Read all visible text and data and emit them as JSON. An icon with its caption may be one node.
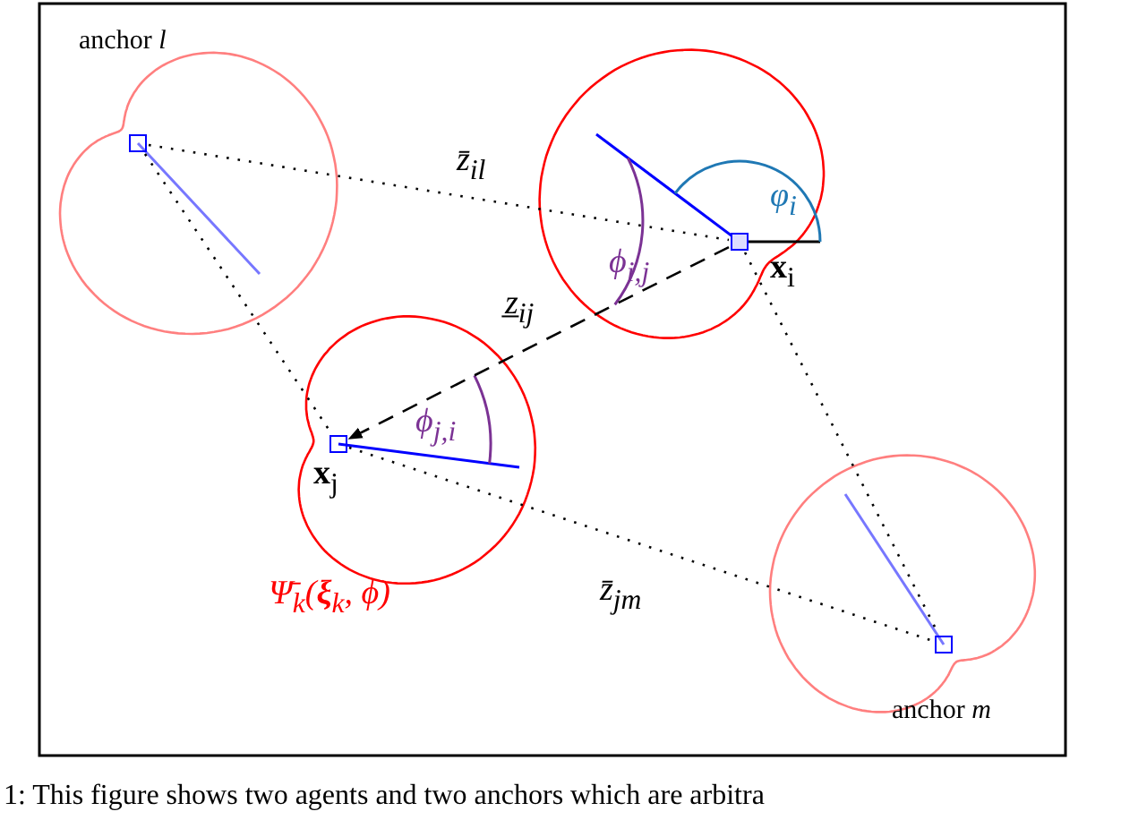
{
  "diagram": {
    "caption": "1: This figure shows two agents and two anchors which are arbitra",
    "nodes": [
      {
        "text": [],
        "shape": "box",
        "beside": [
          "anchor *l*"
        ]
      },
      {
        "text": [],
        "shape": "box",
        "beside": [
          "**x**$_{i}$"
        ]
      },
      {
        "text": [],
        "shape": "box",
        "beside": [
          "**x**$_{j}$"
        ]
      },
      {
        "text": [],
        "shape": "box",
        "beside": [
          "anchor *m*"
        ]
      }
    ],
    "edges": [
      {
        "from": 0,
        "to": 1,
        "arrow": "none",
        "label": "z̄$_{il}$"
      },
      {
        "from": 0,
        "to": 2,
        "arrow": "none"
      },
      {
        "from": 1,
        "to": 2,
        "arrow": "to",
        "label": "z̲$_{ij}$",
        "style": "dashed"
      },
      {
        "from": 1,
        "to": 3,
        "arrow": "none"
      },
      {
        "from": 2,
        "to": 3,
        "arrow": "none",
        "label": "z̄$_{jm}$"
      }
    ],
    "labels": [
      "φ$_{i}$",
      "ϕ$_{i,j}$",
      "ϕ$_{j,i}$",
      "Ψ̄$_{k}$(**ξ**$_{k}$, ϕ)"
    ]
  }
}
